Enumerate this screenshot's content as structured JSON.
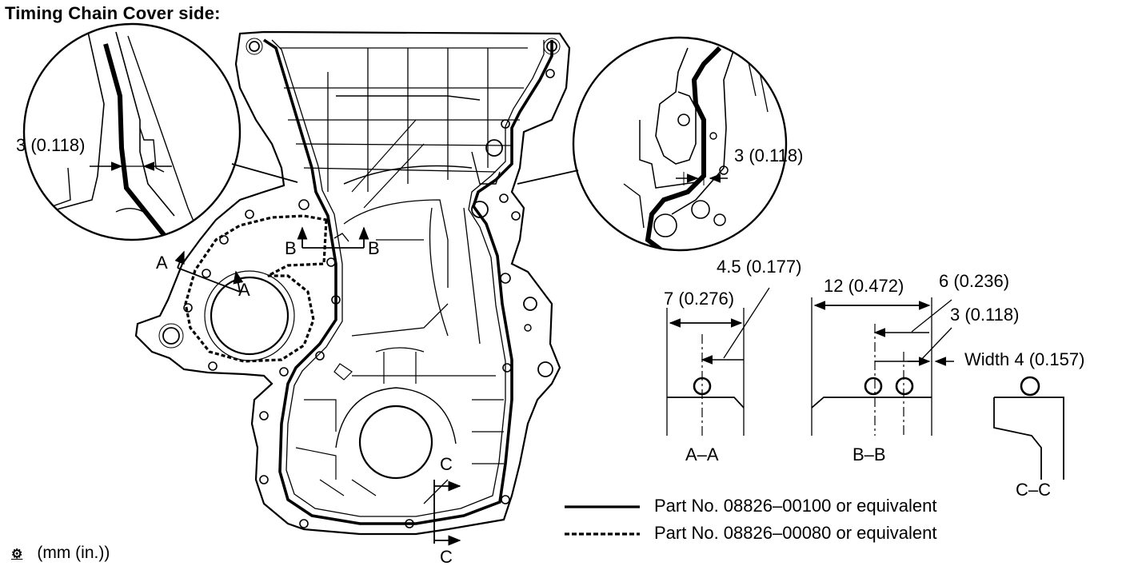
{
  "title": "Timing Chain Cover side:",
  "detail_left": {
    "dimension": "3 (0.118)"
  },
  "detail_right": {
    "dimension": "3 (0.118)"
  },
  "section_markers": {
    "a": "A",
    "b": "B",
    "c": "C"
  },
  "sections": {
    "aa": {
      "label": "A–A",
      "dim_total": "7 (0.276)",
      "dim_offset": "4.5 (0.177)"
    },
    "bb": {
      "label": "B–B",
      "dim_total": "12 (0.472)",
      "dim_offset": "6 (0.236)",
      "dim_spacing": "3 (0.118)",
      "dim_width": "Width 4 (0.157)"
    },
    "cc": {
      "label": "C–C"
    }
  },
  "legend": {
    "solid": "Part No. 08826–00100 or equivalent",
    "dashed": "Part No. 08826–00080 or equivalent"
  },
  "units": "(mm (in.))",
  "units_icon": "gear-icon"
}
